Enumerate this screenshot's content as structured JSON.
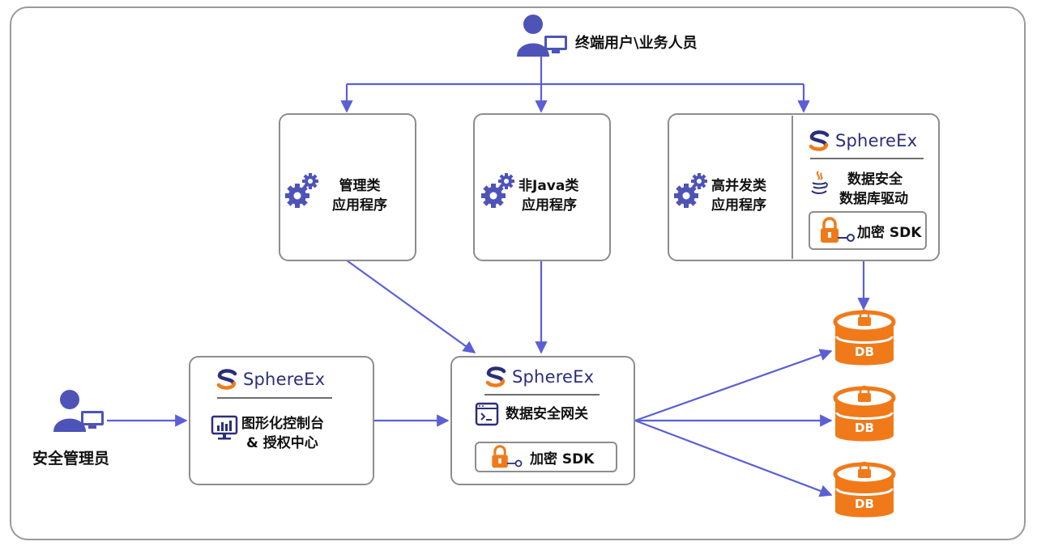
{
  "end_user": {
    "label": "终端用户\\业务人员",
    "icon": "user-monitor-icon"
  },
  "admin_user": {
    "label": "安全管理员",
    "icon": "user-monitor-icon"
  },
  "apps": [
    {
      "line1": "管理类",
      "line2": "应用程序",
      "icon": "gears-icon"
    },
    {
      "line1": "非Java类",
      "line2": "应用程序",
      "icon": "gears-icon"
    },
    {
      "line1": "高并发类",
      "line2": "应用程序",
      "icon": "gears-icon"
    }
  ],
  "brand": {
    "name": "SphereEx",
    "logo": "sphereex-logo"
  },
  "driver": {
    "line1": "数据安全",
    "line2": "数据库驱动",
    "icon": "java-icon"
  },
  "sdk": {
    "label": "加密 SDK",
    "icon": "lock-key-icon"
  },
  "console": {
    "line1": "图形化控制台",
    "line2": "& 授权中心",
    "icon": "monitor-chart-icon"
  },
  "gateway": {
    "label": "数据安全网关",
    "icon": "terminal-icon"
  },
  "databases": [
    {
      "label": "DB"
    },
    {
      "label": "DB"
    },
    {
      "label": "DB"
    }
  ],
  "colors": {
    "arrow": "#5b5fd6",
    "icon": "#4e53b8",
    "db": "#f07a1a",
    "brand": "#2a2f7a",
    "brand_accent": "#f07a1a"
  }
}
